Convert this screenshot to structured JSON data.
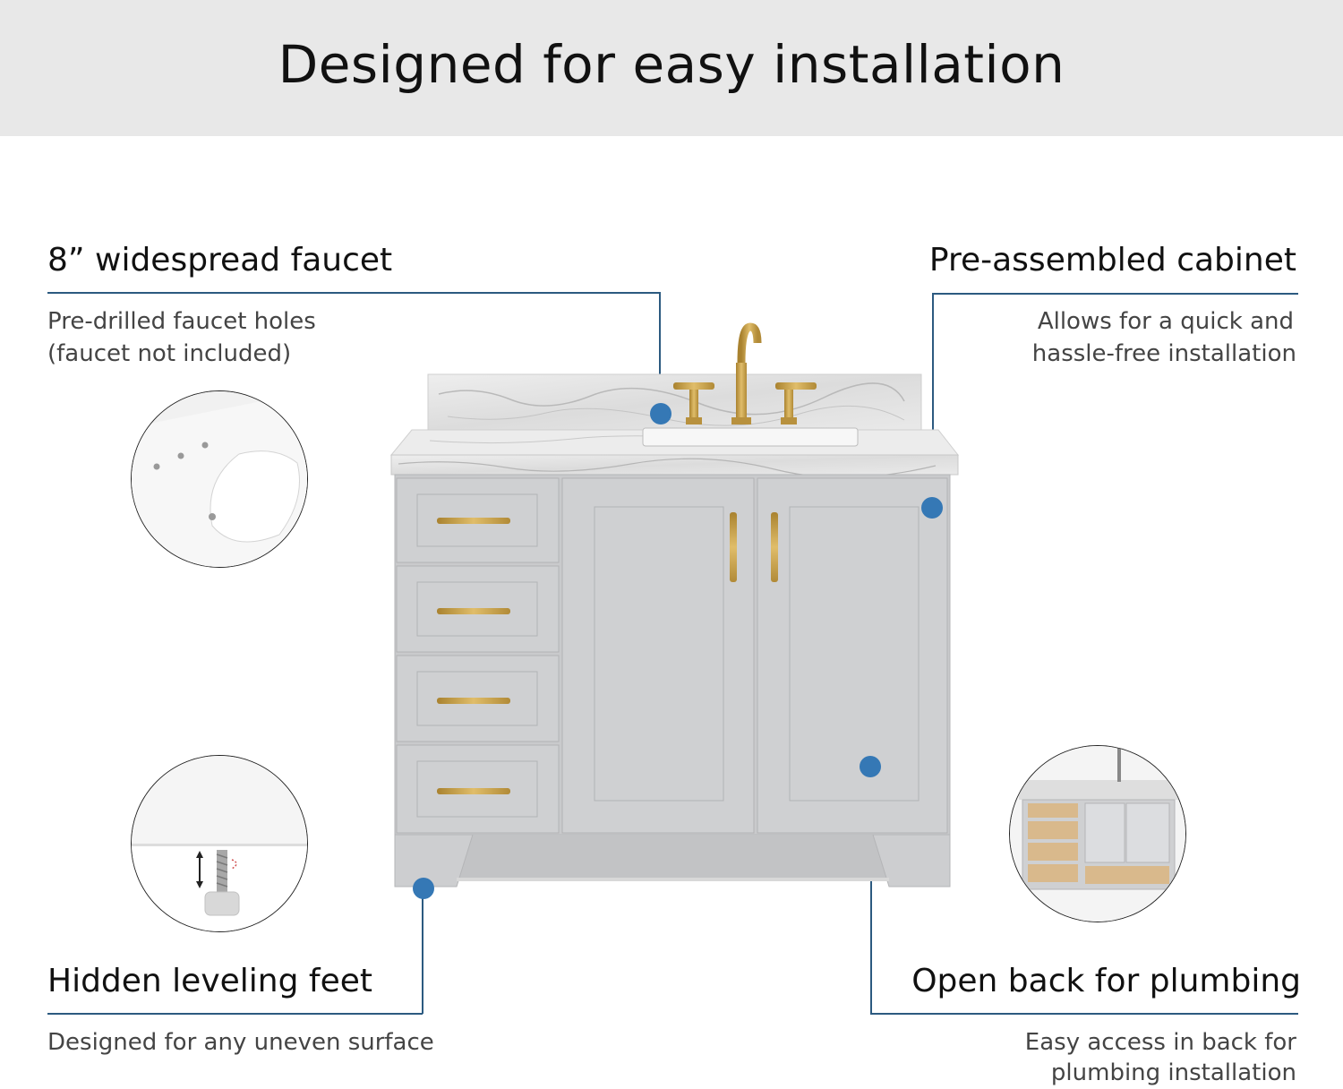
{
  "header": {
    "title": "Designed for easy installation"
  },
  "features": {
    "faucet": {
      "title": "8” widespread faucet",
      "line1": "Pre-drilled faucet holes",
      "line2": "(faucet not included)"
    },
    "cabinet": {
      "title": "Pre-assembled cabinet",
      "line1": "Allows for  a quick and",
      "line2": "hassle-free installation"
    },
    "feet": {
      "title": "Hidden leveling feet",
      "line1": "Designed for any uneven surface"
    },
    "plumbing": {
      "title": "Open back for plumbing",
      "line1": "Easy access in back for",
      "line2": "plumbing installation"
    }
  },
  "colors": {
    "header_bg": "#e8e8e8",
    "accent_line": "#2c5a80",
    "marker_dot": "#3578b5",
    "cabinet_gray": "#c9cacc",
    "hardware_gold": "#c9a24a"
  }
}
